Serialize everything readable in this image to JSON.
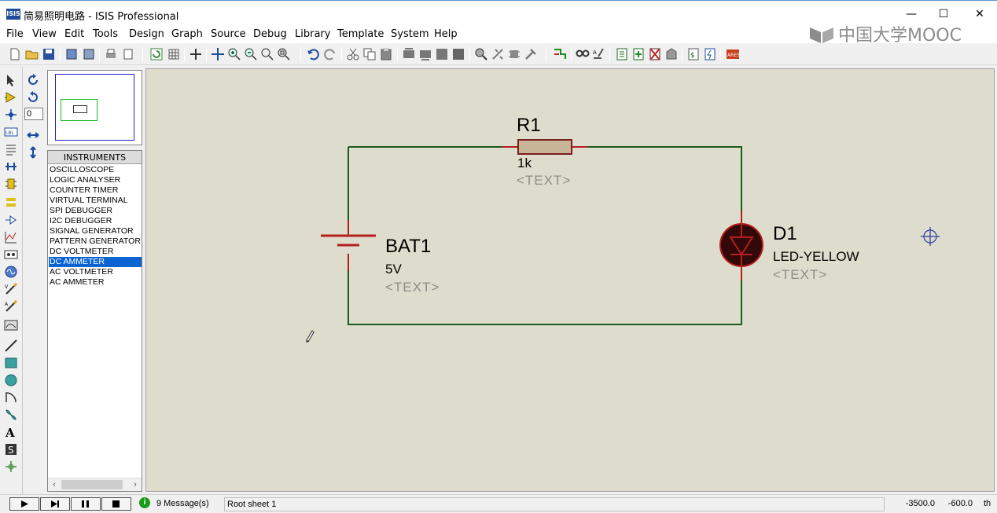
{
  "window": {
    "icon_text": "ISIS",
    "title": "简易照明电路 - ISIS Professional",
    "controls": [
      "—",
      "☐",
      "✕"
    ]
  },
  "menu": [
    "File",
    "View",
    "Edit",
    "Tools",
    "Design",
    "Graph",
    "Source",
    "Debug",
    "Library",
    "Template",
    "System",
    "Help"
  ],
  "watermark": {
    "text": "中国大学MOOC"
  },
  "rotation": {
    "value": "0"
  },
  "instruments": {
    "header": "INSTRUMENTS",
    "items": [
      "OSCILLOSCOPE",
      "LOGIC ANALYSER",
      "COUNTER TIMER",
      "VIRTUAL TERMINAL",
      "SPI DEBUGGER",
      "I2C DEBUGGER",
      "SIGNAL GENERATOR",
      "PATTERN GENERATOR",
      "DC VOLTMETER",
      "DC AMMETER",
      "AC VOLTMETER",
      "AC AMMETER"
    ],
    "selected": "DC AMMETER"
  },
  "schematic": {
    "resistor": {
      "ref": "R1",
      "value": "1k",
      "text": "<TEXT>"
    },
    "battery": {
      "ref": "BAT1",
      "value": "5V",
      "text": "<TEXT>"
    },
    "led": {
      "ref": "D1",
      "value": "LED-YELLOW",
      "text": "<TEXT>"
    }
  },
  "colors": {
    "wire": "#1e5a1e",
    "pin": "#b41e1e",
    "canvas": "#dedccc",
    "selection": "#0a64d2"
  },
  "status": {
    "messages": "9 Message(s)",
    "sheet": "Root sheet 1",
    "coord_x": "-3500.0",
    "coord_y": "-600.0",
    "units": "th"
  }
}
